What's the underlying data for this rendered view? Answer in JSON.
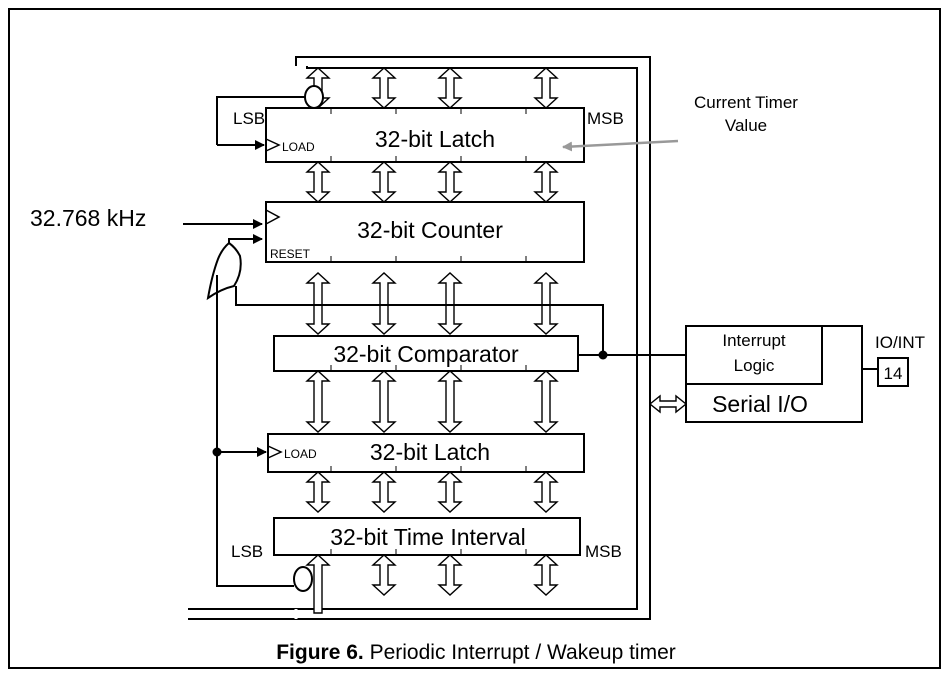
{
  "caption": {
    "bold": "Figure 6.",
    "text": " Periodic Interrupt / Wakeup timer"
  },
  "blocks": {
    "latch_top": "32-bit Latch",
    "counter": "32-bit Counter",
    "comparator": "32-bit Comparator",
    "latch_bottom": "32-bit Latch",
    "interval": "32-bit Time Interval",
    "interrupt": "Interrupt Logic",
    "serial": "Serial I/O"
  },
  "labels": {
    "load": "LOAD",
    "reset": "RESET",
    "lsb": "LSB",
    "msb": "MSB",
    "clock": "32.768 kHz",
    "current_timer_line1": "Current Timer",
    "current_timer_line2": "Value",
    "interrupt_line1": "Interrupt",
    "interrupt_line2": "Logic",
    "io_int": "IO/INT",
    "pin": "14"
  }
}
